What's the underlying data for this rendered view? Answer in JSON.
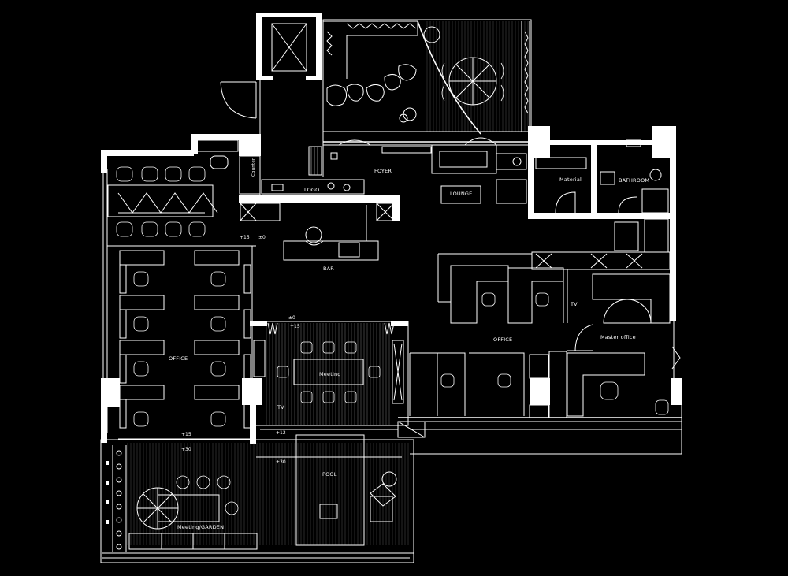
{
  "plan": {
    "rooms": [
      {
        "id": "foyer",
        "label": "FOYER"
      },
      {
        "id": "logo",
        "label": "LOGO"
      },
      {
        "id": "lounge",
        "label": "LOUNGE"
      },
      {
        "id": "material",
        "label": "Material"
      },
      {
        "id": "bathroom",
        "label": "BATHROOM"
      },
      {
        "id": "bar",
        "label": "BAR"
      },
      {
        "id": "office-left",
        "label": "OFFICE"
      },
      {
        "id": "meeting",
        "label": "Meeting"
      },
      {
        "id": "tv-meeting",
        "label": "TV"
      },
      {
        "id": "office-right",
        "label": "OFFICE"
      },
      {
        "id": "tv-master",
        "label": "TV"
      },
      {
        "id": "master-office",
        "label": "Master office"
      },
      {
        "id": "pool",
        "label": "POOL"
      },
      {
        "id": "meeting-garden",
        "label": "Meeting/GARDEN"
      },
      {
        "id": "counter",
        "label": "Counter"
      }
    ],
    "levels": {
      "bar_a": "+15",
      "bar_b": "±0",
      "meeting_a": "±0",
      "meeting_b": "+15",
      "office_bottom": "+15",
      "garden": "+30",
      "pool_edge": "+12",
      "pool": "+30"
    }
  }
}
